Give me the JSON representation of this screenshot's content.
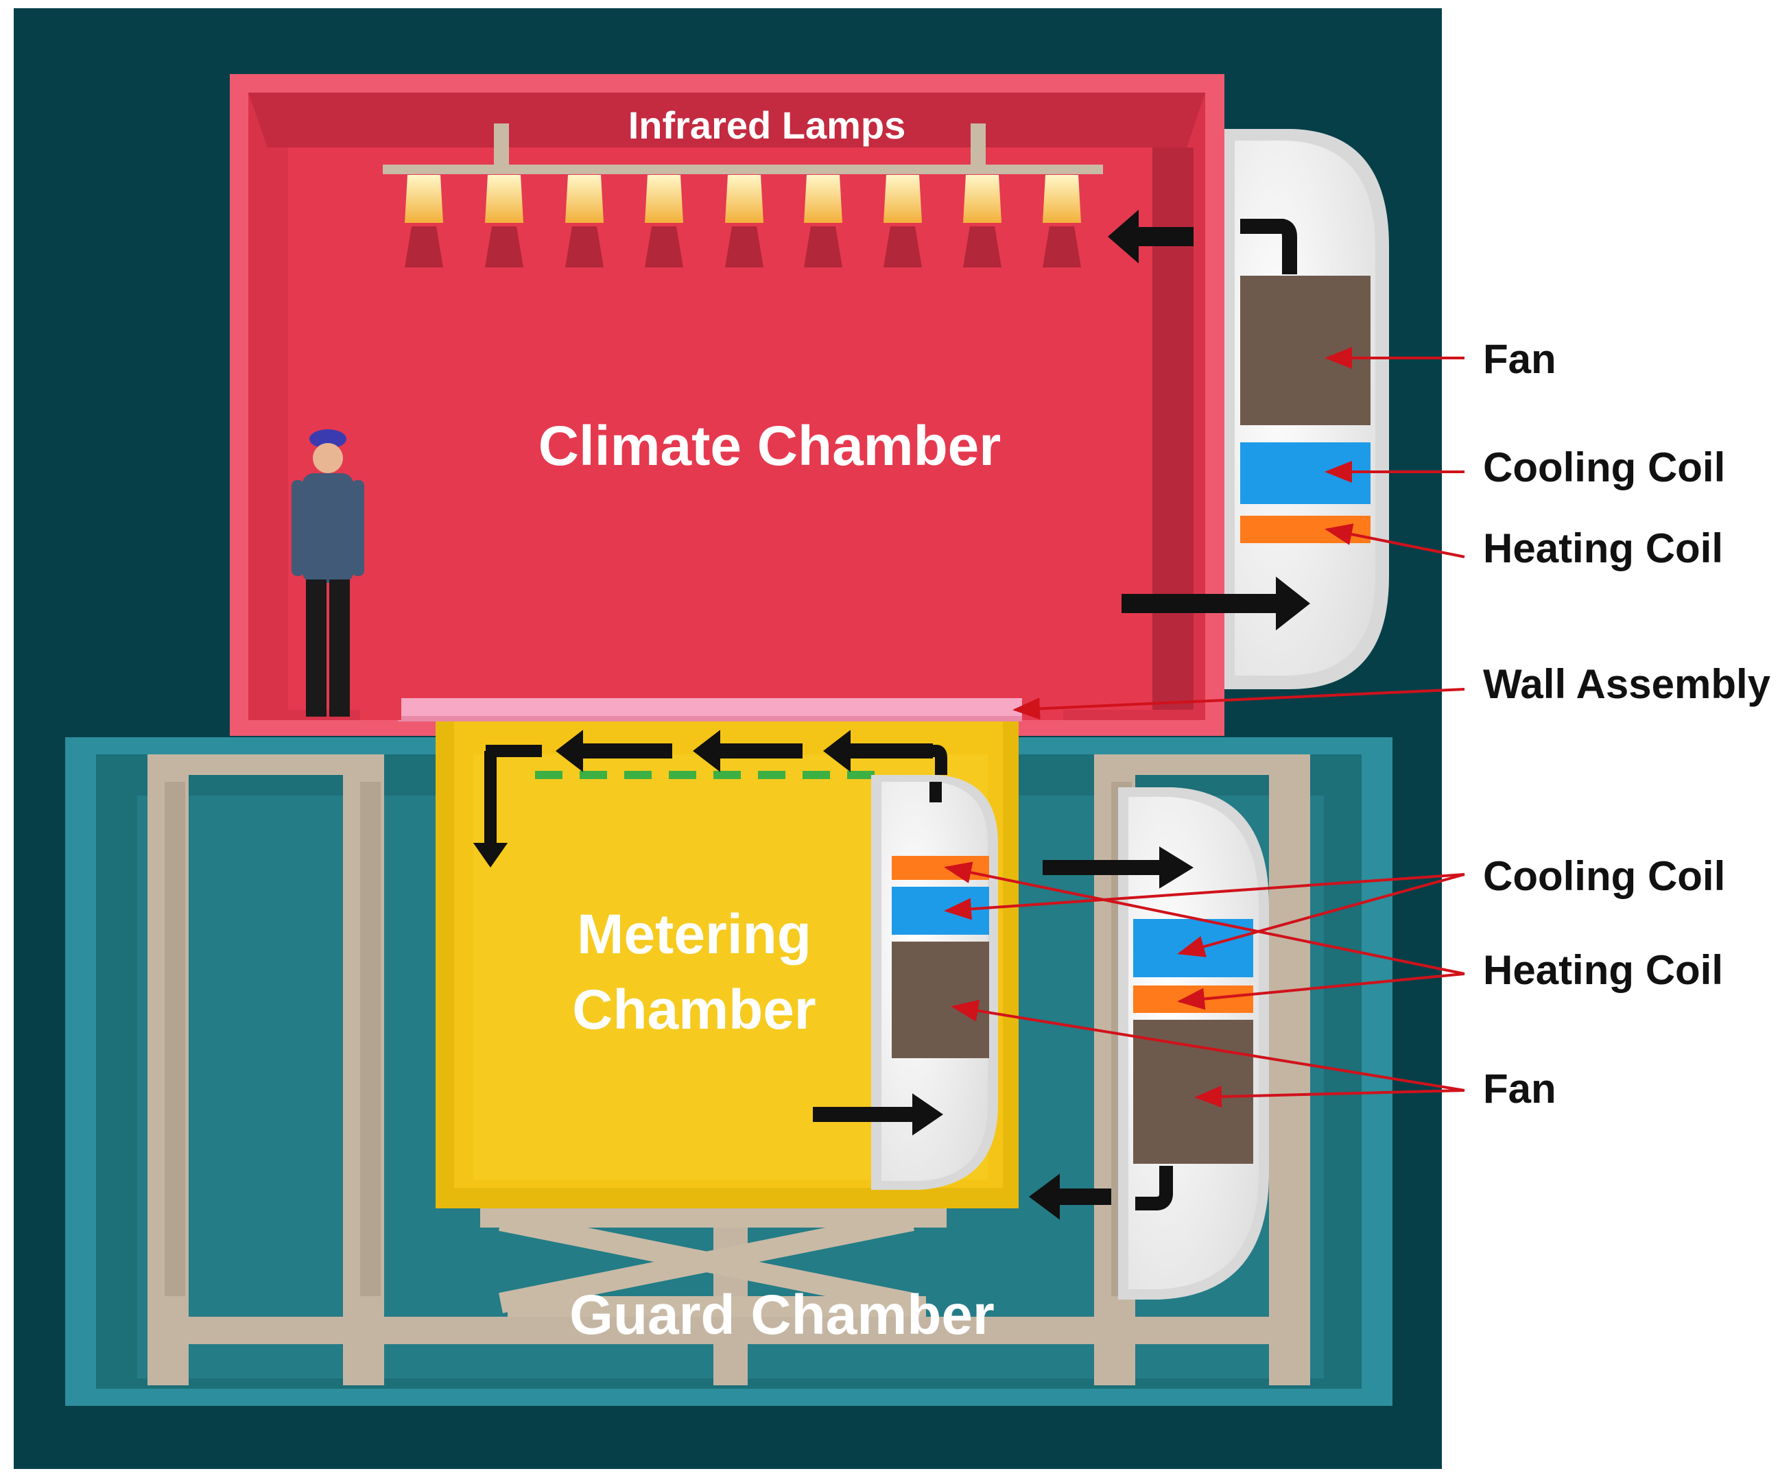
{
  "labels": {
    "infrared_lamps": "Infrared Lamps",
    "climate_chamber": "Climate Chamber",
    "metering_chamber_line1": "Metering",
    "metering_chamber_line2": "Chamber",
    "guard_chamber": "Guard Chamber"
  },
  "callouts": {
    "climate_fan": "Fan",
    "climate_cooling_coil": "Cooling Coil",
    "climate_heating_coil": "Heating Coil",
    "wall_assembly": "Wall Assembly",
    "lower_cooling_coil": "Cooling Coil",
    "lower_heating_coil": "Heating Coil",
    "lower_fan": "Fan"
  },
  "colors": {
    "background": "#063f48",
    "climate_chamber": "#e5394f",
    "climate_chamber_wall": "#ef5a71",
    "metering_chamber": "#f1c40f",
    "guard_chamber": "#2a8a99",
    "guard_frame": "#c4b5a2",
    "fan": "#6e5a4d",
    "cooling_coil": "#1e9be8",
    "heating_coil": "#ff7a1a",
    "wall_assembly": "#f7a8c4",
    "callout_line": "#d0121b",
    "baffle": "#3cb043"
  },
  "icons": [
    "lamp-icon",
    "person-icon",
    "flow-arrow-icon"
  ]
}
